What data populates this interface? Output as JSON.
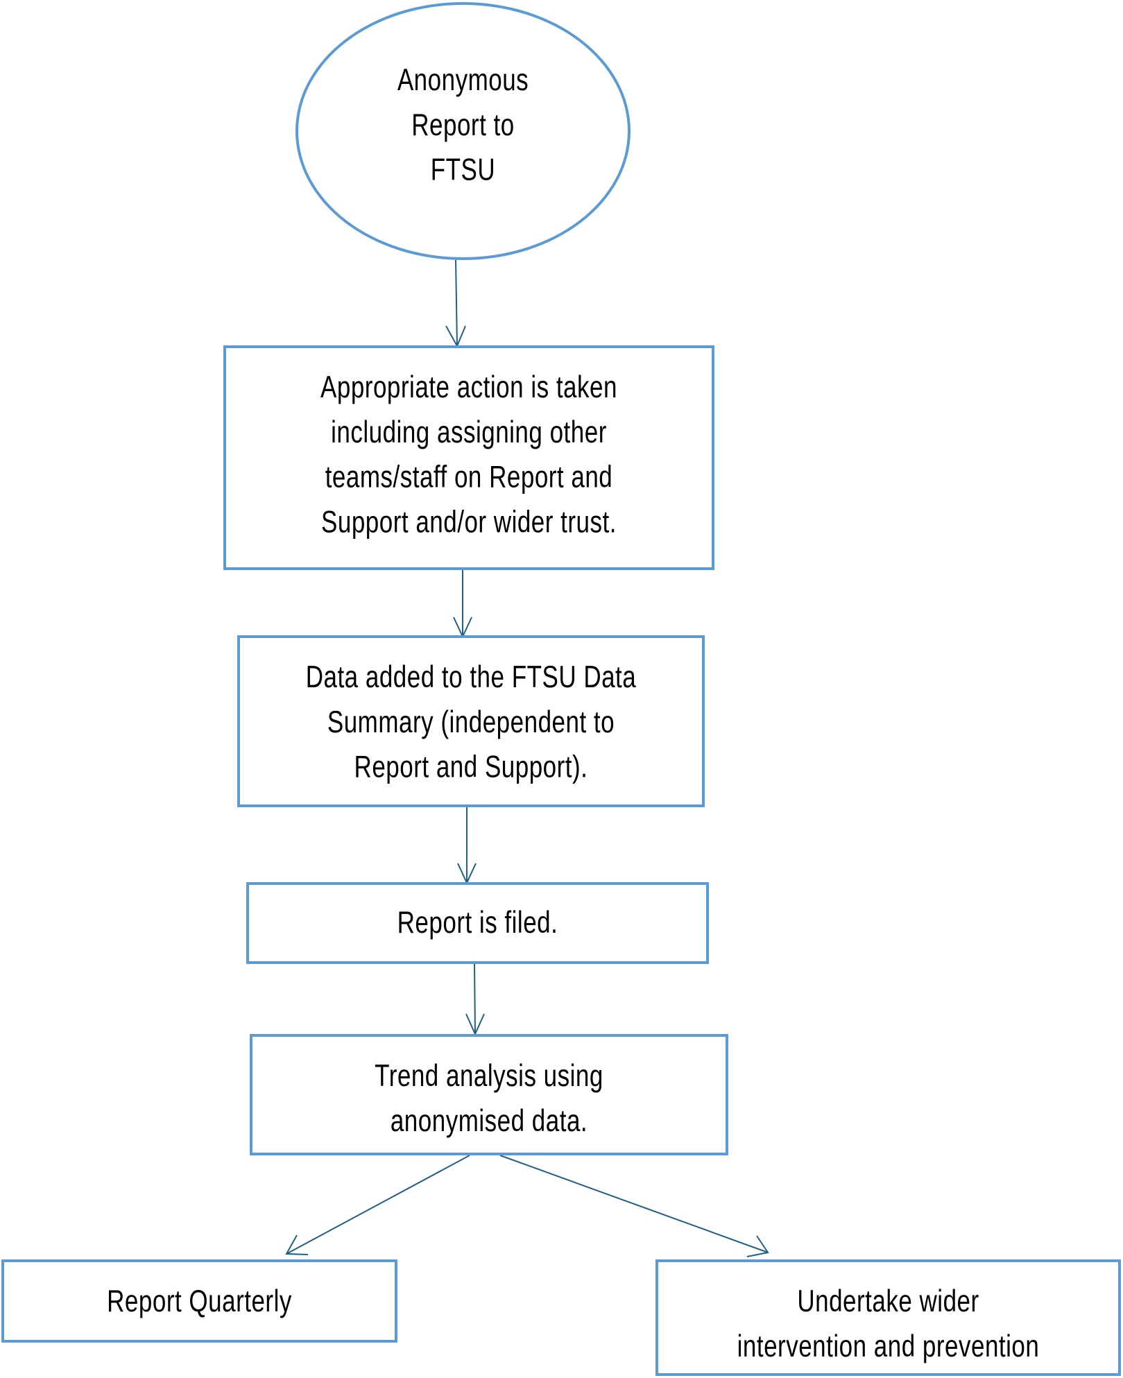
{
  "diagram": {
    "colors": {
      "node_border": "#5b9bd5",
      "arrow": "#1f5f86",
      "text": "#000000"
    },
    "nodes": [
      {
        "id": "start",
        "shape": "ellipse",
        "lines": [
          "Anonymous",
          "Report to",
          "FTSU"
        ]
      },
      {
        "id": "action",
        "shape": "rect",
        "lines": [
          "Appropriate action is taken",
          "including assigning other",
          "teams/staff on Report and",
          "Support and/or wider trust."
        ]
      },
      {
        "id": "data",
        "shape": "rect",
        "lines": [
          "Data added to the FTSU Data",
          "Summary (independent to",
          "Report and Support)."
        ]
      },
      {
        "id": "filed",
        "shape": "rect",
        "lines": [
          "Report is filed."
        ]
      },
      {
        "id": "trend",
        "shape": "rect",
        "lines": [
          "Trend analysis using",
          "anonymised data."
        ]
      },
      {
        "id": "quarterly",
        "shape": "rect",
        "lines": [
          "Report Quarterly"
        ]
      },
      {
        "id": "intervention",
        "shape": "rect",
        "lines": [
          "Undertake wider",
          "intervention and prevention"
        ]
      }
    ],
    "edges": [
      {
        "from": "start",
        "to": "action"
      },
      {
        "from": "action",
        "to": "data"
      },
      {
        "from": "data",
        "to": "filed"
      },
      {
        "from": "filed",
        "to": "trend"
      },
      {
        "from": "trend",
        "to": "quarterly"
      },
      {
        "from": "trend",
        "to": "intervention"
      }
    ]
  }
}
